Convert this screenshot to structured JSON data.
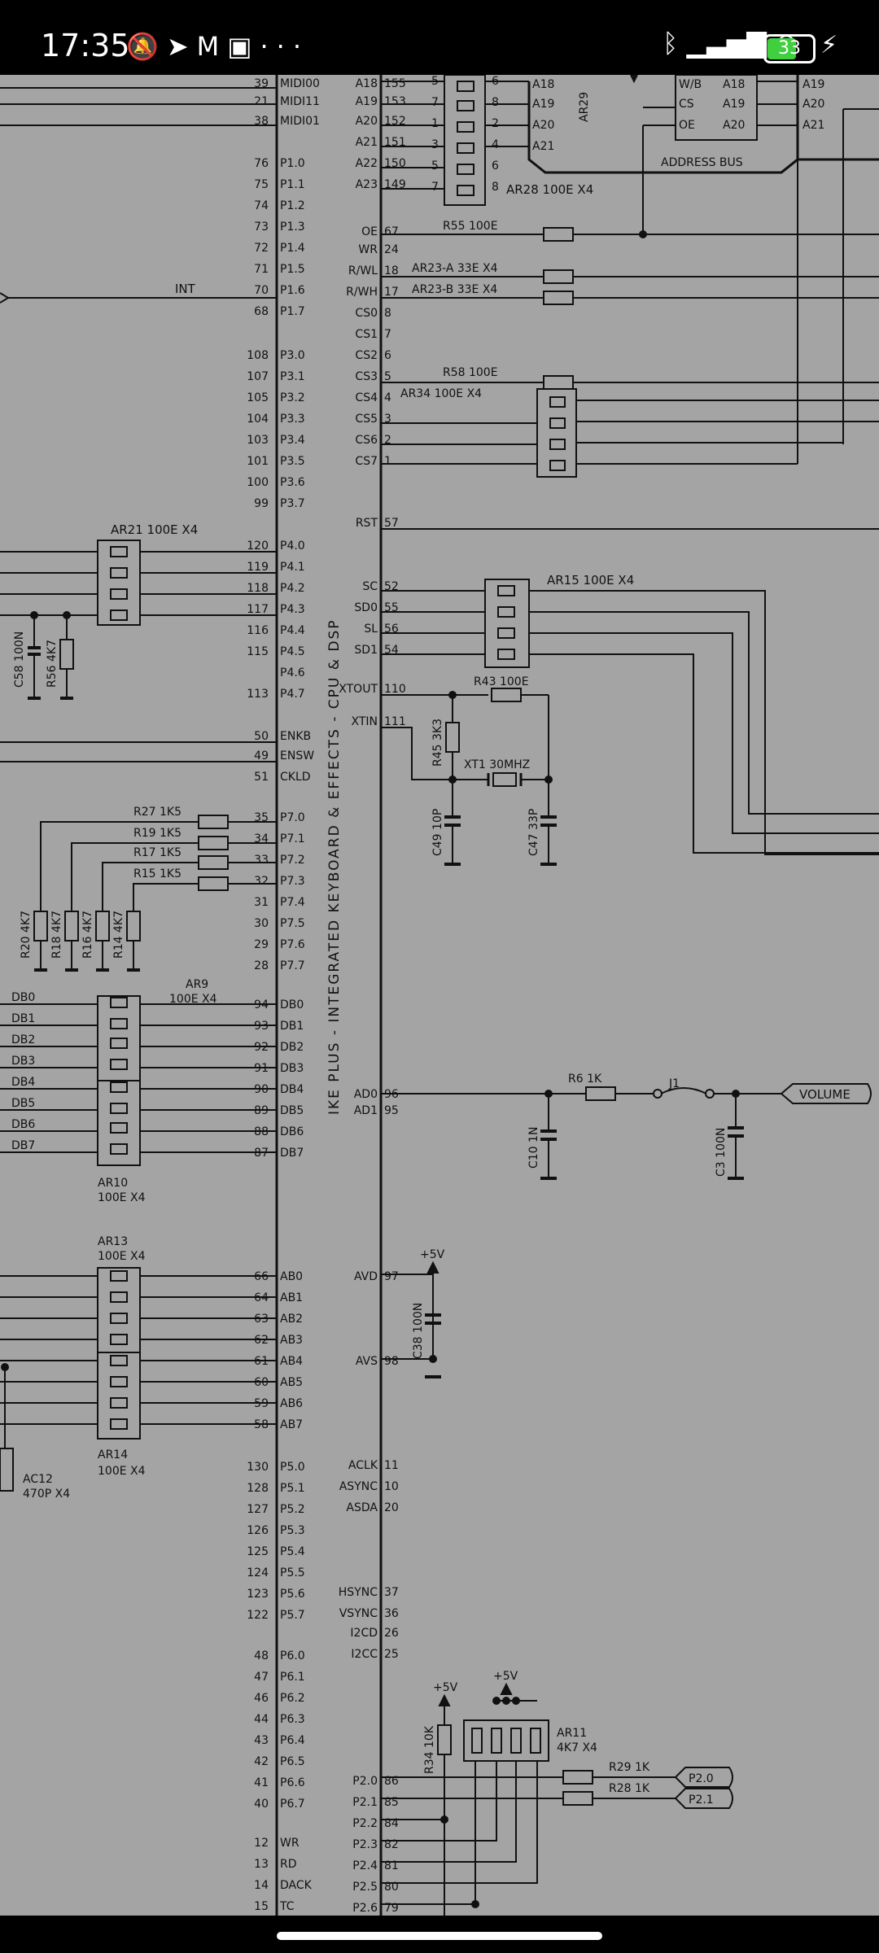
{
  "status_bar": {
    "time": "17:35",
    "left_icons": [
      "mute-icon",
      "telegram-icon",
      "gmail-icon",
      "gallery-icon",
      "more-icon"
    ],
    "right_icons": [
      "bluetooth-icon",
      "signal-icon",
      "wifi-icon",
      "battery-icon",
      "charging-icon"
    ],
    "battery": "33"
  },
  "schematic": {
    "title": "IKE PLUS - INTEGRATED KEYBOARD & EFFECTS - CPU & DSP",
    "chip_left_pins": [
      {
        "num": "39",
        "name": "MIDI00"
      },
      {
        "num": "21",
        "name": "MIDI11"
      },
      {
        "num": "38",
        "name": "MIDI01"
      },
      {
        "num": "76",
        "name": "P1.0"
      },
      {
        "num": "75",
        "name": "P1.1"
      },
      {
        "num": "74",
        "name": "P1.2"
      },
      {
        "num": "73",
        "name": "P1.3"
      },
      {
        "num": "72",
        "name": "P1.4"
      },
      {
        "num": "71",
        "name": "P1.5"
      },
      {
        "num": "70",
        "name": "P1.6"
      },
      {
        "num": "68",
        "name": "P1.7"
      },
      {
        "num": "108",
        "name": "P3.0"
      },
      {
        "num": "107",
        "name": "P3.1"
      },
      {
        "num": "105",
        "name": "P3.2"
      },
      {
        "num": "104",
        "name": "P3.3"
      },
      {
        "num": "103",
        "name": "P3.4"
      },
      {
        "num": "101",
        "name": "P3.5"
      },
      {
        "num": "100",
        "name": "P3.6"
      },
      {
        "num": "99",
        "name": "P3.7"
      },
      {
        "num": "120",
        "name": "P4.0"
      },
      {
        "num": "119",
        "name": "P4.1"
      },
      {
        "num": "118",
        "name": "P4.2"
      },
      {
        "num": "117",
        "name": "P4.3"
      },
      {
        "num": "116",
        "name": "P4.4"
      },
      {
        "num": "115",
        "name": "P4.5"
      },
      {
        "num": "",
        "name": "P4.6"
      },
      {
        "num": "113",
        "name": "P4.7"
      },
      {
        "num": "50",
        "name": "ENKB"
      },
      {
        "num": "49",
        "name": "ENSW"
      },
      {
        "num": "51",
        "name": "CKLD"
      },
      {
        "num": "35",
        "name": "P7.0"
      },
      {
        "num": "34",
        "name": "P7.1"
      },
      {
        "num": "33",
        "name": "P7.2"
      },
      {
        "num": "32",
        "name": "P7.3"
      },
      {
        "num": "31",
        "name": "P7.4"
      },
      {
        "num": "30",
        "name": "P7.5"
      },
      {
        "num": "29",
        "name": "P7.6"
      },
      {
        "num": "28",
        "name": "P7.7"
      },
      {
        "num": "94",
        "name": "DB0"
      },
      {
        "num": "93",
        "name": "DB1"
      },
      {
        "num": "92",
        "name": "DB2"
      },
      {
        "num": "91",
        "name": "DB3"
      },
      {
        "num": "90",
        "name": "DB4"
      },
      {
        "num": "89",
        "name": "DB5"
      },
      {
        "num": "88",
        "name": "DB6"
      },
      {
        "num": "87",
        "name": "DB7"
      },
      {
        "num": "66",
        "name": "AB0"
      },
      {
        "num": "64",
        "name": "AB1"
      },
      {
        "num": "63",
        "name": "AB2"
      },
      {
        "num": "62",
        "name": "AB3"
      },
      {
        "num": "61",
        "name": "AB4"
      },
      {
        "num": "60",
        "name": "AB5"
      },
      {
        "num": "59",
        "name": "AB6"
      },
      {
        "num": "58",
        "name": "AB7"
      },
      {
        "num": "130",
        "name": "P5.0"
      },
      {
        "num": "128",
        "name": "P5.1"
      },
      {
        "num": "127",
        "name": "P5.2"
      },
      {
        "num": "126",
        "name": "P5.3"
      },
      {
        "num": "125",
        "name": "P5.4"
      },
      {
        "num": "124",
        "name": "P5.5"
      },
      {
        "num": "123",
        "name": "P5.6"
      },
      {
        "num": "122",
        "name": "P5.7"
      },
      {
        "num": "48",
        "name": "P6.0"
      },
      {
        "num": "47",
        "name": "P6.1"
      },
      {
        "num": "46",
        "name": "P6.2"
      },
      {
        "num": "44",
        "name": "P6.3"
      },
      {
        "num": "43",
        "name": "P6.4"
      },
      {
        "num": "42",
        "name": "P6.5"
      },
      {
        "num": "41",
        "name": "P6.6"
      },
      {
        "num": "40",
        "name": "P6.7"
      },
      {
        "num": "12",
        "name": "WR"
      },
      {
        "num": "13",
        "name": "RD"
      },
      {
        "num": "14",
        "name": "DACK"
      },
      {
        "num": "15",
        "name": "TC"
      }
    ],
    "chip_right_pins": [
      {
        "num": "155",
        "name": "A18"
      },
      {
        "num": "153",
        "name": "A19"
      },
      {
        "num": "152",
        "name": "A20"
      },
      {
        "num": "151",
        "name": "A21"
      },
      {
        "num": "150",
        "name": "A22"
      },
      {
        "num": "149",
        "name": "A23"
      },
      {
        "num": "67",
        "name": "OE"
      },
      {
        "num": "24",
        "name": "WR"
      },
      {
        "num": "18",
        "name": "R/WL"
      },
      {
        "num": "17",
        "name": "R/WH"
      },
      {
        "num": "8",
        "name": "CS0"
      },
      {
        "num": "7",
        "name": "CS1"
      },
      {
        "num": "6",
        "name": "CS2"
      },
      {
        "num": "5",
        "name": "CS3"
      },
      {
        "num": "4",
        "name": "CS4"
      },
      {
        "num": "3",
        "name": "CS5"
      },
      {
        "num": "2",
        "name": "CS6"
      },
      {
        "num": "1",
        "name": "CS7"
      },
      {
        "num": "57",
        "name": "RST"
      },
      {
        "num": "52",
        "name": "SC"
      },
      {
        "num": "55",
        "name": "SD0"
      },
      {
        "num": "56",
        "name": "SL"
      },
      {
        "num": "54",
        "name": "SD1"
      },
      {
        "num": "110",
        "name": "XTOUT"
      },
      {
        "num": "111",
        "name": "XTIN"
      },
      {
        "num": "96",
        "name": "AD0"
      },
      {
        "num": "95",
        "name": "AD1"
      },
      {
        "num": "97",
        "name": "AVD"
      },
      {
        "num": "98",
        "name": "AVS"
      },
      {
        "num": "11",
        "name": "ACLK"
      },
      {
        "num": "10",
        "name": "ASYNC"
      },
      {
        "num": "20",
        "name": "ASDA"
      },
      {
        "num": "37",
        "name": "HSYNC"
      },
      {
        "num": "36",
        "name": "VSYNC"
      },
      {
        "num": "26",
        "name": "I2CD"
      },
      {
        "num": "25",
        "name": "I2CC"
      },
      {
        "num": "86",
        "name": "P2.0"
      },
      {
        "num": "85",
        "name": "P2.1"
      },
      {
        "num": "84",
        "name": "P2.2"
      },
      {
        "num": "82",
        "name": "P2.3"
      },
      {
        "num": "81",
        "name": "P2.4"
      },
      {
        "num": "80",
        "name": "P2.5"
      },
      {
        "num": "79",
        "name": "P2.6"
      }
    ],
    "labels": {
      "int": "INT",
      "address_bus": "ADDRESS BUS",
      "ar28": "AR28  100E  X4",
      "ar29": "AR29",
      "r55": "R55  100E",
      "ar23a": "AR23-A  33E  X4",
      "ar23b": "AR23-B  33E  X4",
      "r58": "R58  100E",
      "ar34": "AR34  100E  X4",
      "ar21": "AR21  100E  X4",
      "ar15": "AR15  100E  X4",
      "c58": "C58  100N",
      "r56": "R56  4K7",
      "r43": "R43  100E",
      "r45": "R45  3K3",
      "xt1": "XT1  30MHZ",
      "c49": "C49  10P",
      "c47": "C47  33P",
      "r27": "R27 1K5",
      "r19": "R19 1K5",
      "r17": "R17 1K5",
      "r15": "R15 1K5",
      "r20": "R20  4K7",
      "r18": "R18 4K7",
      "r16": "R16 4K7",
      "r14": "R14 4K7",
      "ar9": "AR9",
      "ar9_val": "100E  X4",
      "ar10": "AR10",
      "ar10_val": "100E  X4",
      "ar13": "AR13",
      "ar13_val": "100E  X4",
      "ar14": "AR14",
      "ar14_val": "100E  X4",
      "ac12": "AC12",
      "ac12_val": "470P  X4",
      "r6": "R6  1K",
      "j1": "J1",
      "volume": "VOLUME",
      "c10": "C10  1N",
      "c3": "C3  100N",
      "plus5v": "+5V",
      "c38": "C38  100N",
      "r34": "R34  10K",
      "ar11": "AR11",
      "ar11_val": "4K7  X4",
      "r29": "R29  1K",
      "r28": "R28  1K",
      "p20": "P2.0",
      "p21": "P2.1",
      "ext_w_b": "W/B",
      "ext_cs": "CS",
      "ext_oe": "OE",
      "ext_a18": "A18",
      "ext_a19": "A19",
      "ext_a20": "A20",
      "ext_a21": "A21"
    },
    "db_labels": [
      "DB0",
      "DB1",
      "DB2",
      "DB3",
      "DB4",
      "DB5",
      "DB6",
      "DB7"
    ]
  }
}
